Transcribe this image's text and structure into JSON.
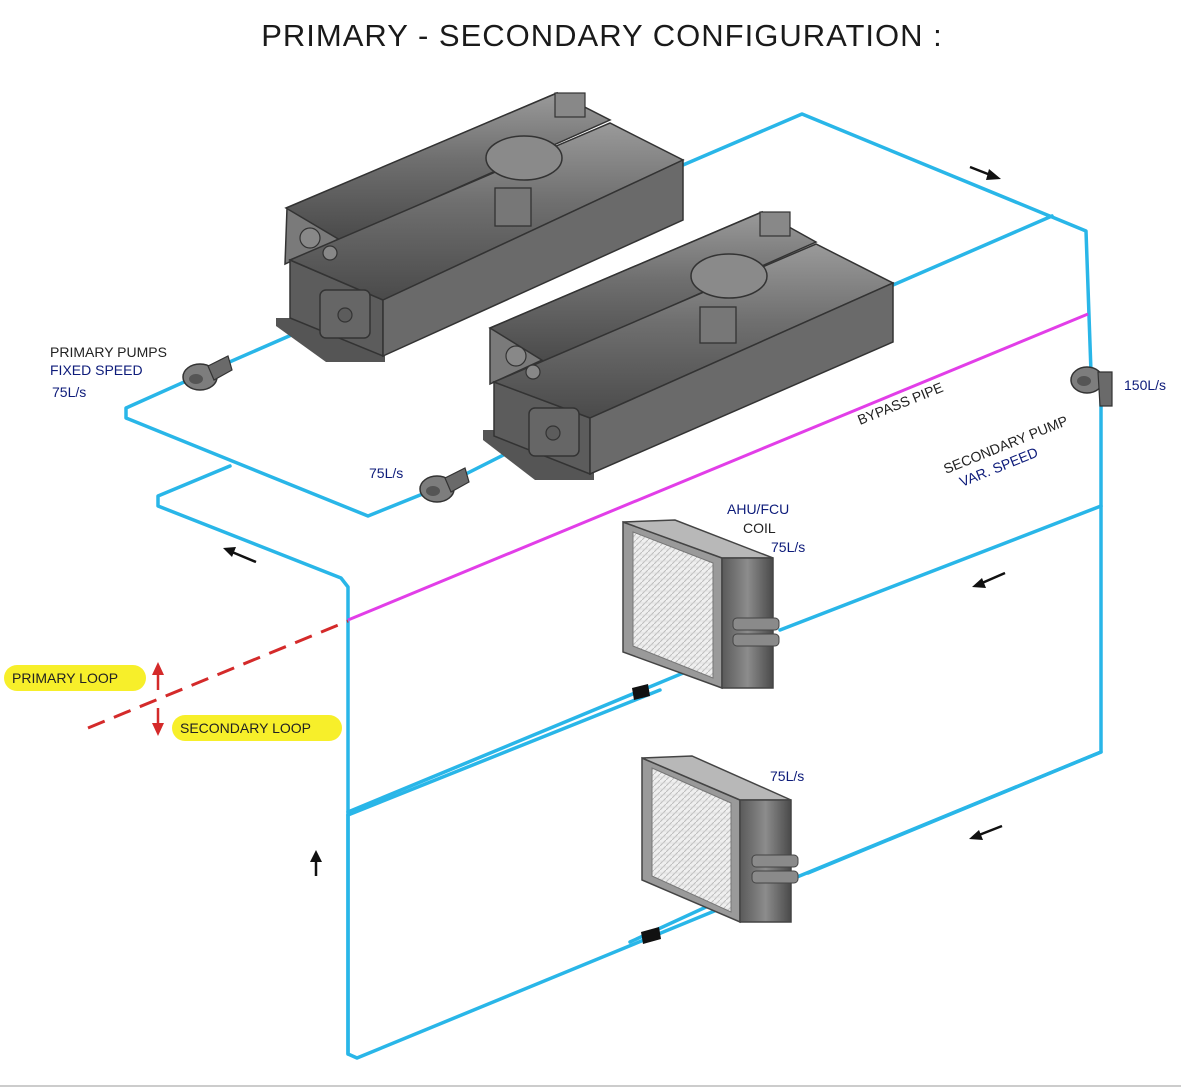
{
  "title": "PRIMARY  -  SECONDARY CONFIGURATION :",
  "labels": {
    "primary_pumps": "PRIMARY  PUMPS",
    "fixed_speed": "FIXED SPEED",
    "flow_primary_pump_1": "75L/s",
    "flow_primary_pump_2": "75L/s",
    "bypass_pipe": "BYPASS PIPE",
    "secondary_pump": "SECONDARY PUMP",
    "var_speed": "VAR. SPEED",
    "flow_secondary": "150L/s",
    "ahu_fcu": "AHU/FCU",
    "coil": "COIL",
    "flow_coil_1": "75L/s",
    "flow_coil_2": "75L/s",
    "primary_loop": "PRIMARY LOOP",
    "secondary_loop": "SECONDARY LOOP"
  },
  "colors": {
    "pipe": "#29b6e8",
    "bypass_pipe": "#e23ee8",
    "loop_divider": "#d42a2a",
    "highlight": "#f7ef2a",
    "equipment": "#6e6e6e"
  },
  "icons": [
    "chiller",
    "pump",
    "ahu-coil",
    "flow-arrow",
    "valve"
  ]
}
